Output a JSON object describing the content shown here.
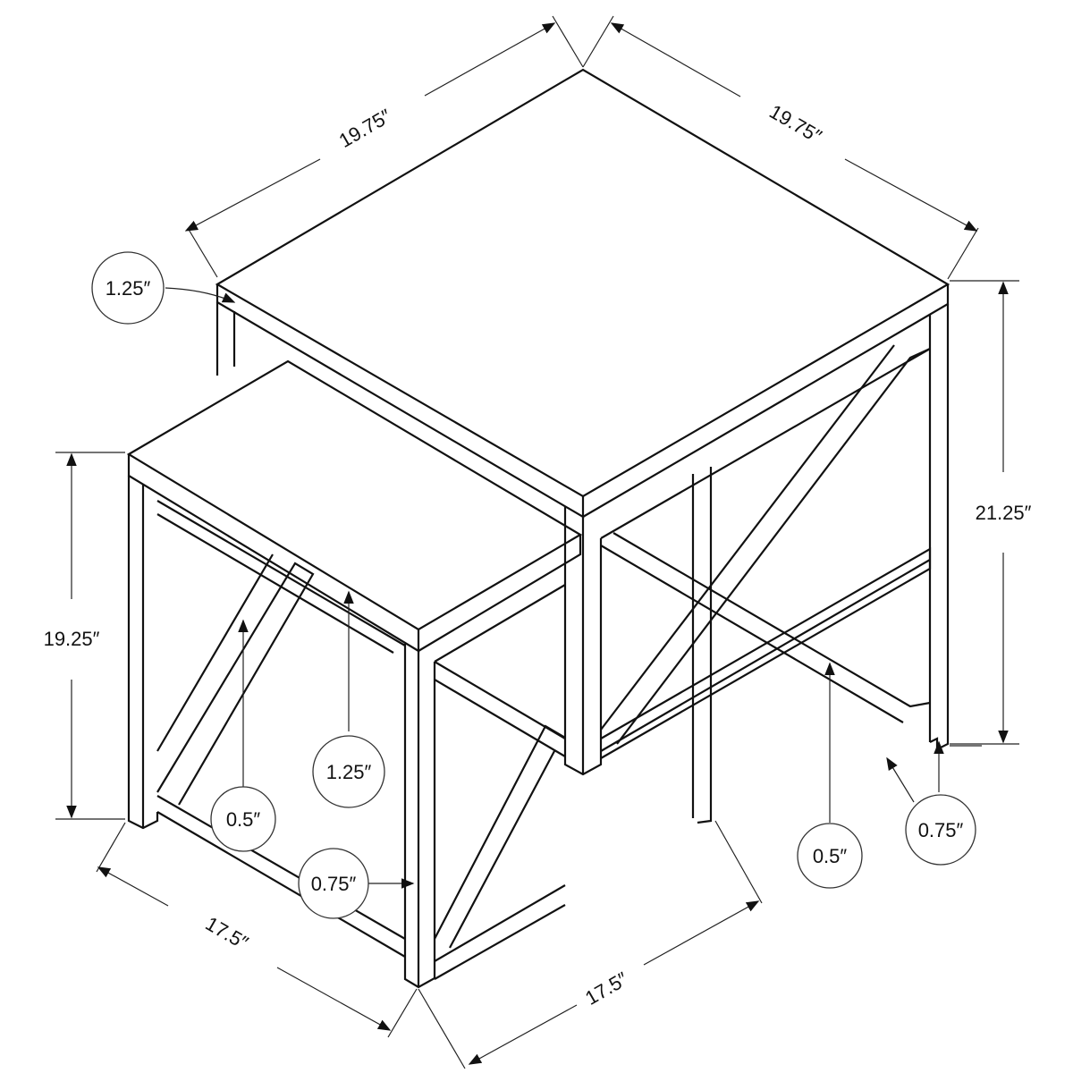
{
  "diagram": {
    "subject": "Nesting table set (2 pieces) dimension drawing",
    "large_table": {
      "width": "19.75″",
      "depth": "19.75″",
      "height": "21.25″",
      "top_thickness": "1.25″",
      "frame_thickness": "0.75″",
      "cross_brace": "0.5″",
      "base_depth": "17.5″"
    },
    "small_table": {
      "height": "19.25″",
      "width": "17.5″",
      "top_thickness": "1.25″",
      "frame_thickness": "0.75″",
      "cross_brace": "0.5″"
    },
    "labels": {
      "top_left_width": "19.75″",
      "top_right_depth": "19.75″",
      "right_height": "21.25″",
      "left_height": "19.25″",
      "top_thickness_callout": "1.25″",
      "small_top_thickness_callout": "1.25″",
      "small_brace_callout": "0.5″",
      "small_leg_callout": "0.75″",
      "large_brace_callout": "0.5″",
      "large_leg_callout": "0.75″",
      "bottom_left_width": "17.5″",
      "bottom_right_width": "17.5″"
    }
  }
}
